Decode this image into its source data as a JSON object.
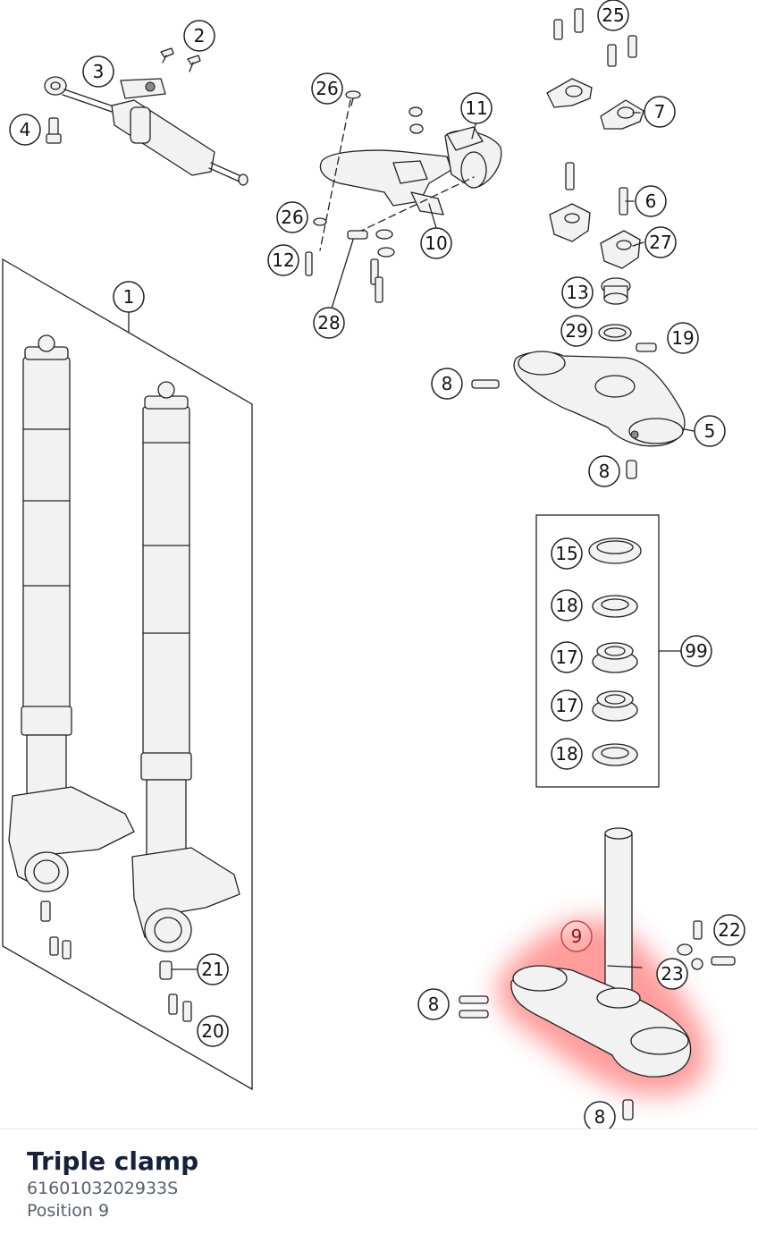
{
  "callouts": {
    "c1": "1",
    "c2": "2",
    "c3": "3",
    "c4": "4",
    "c5": "5",
    "c6": "6",
    "c7": "7",
    "c8a": "8",
    "c8b": "8",
    "c8c": "8",
    "c8d": "8",
    "c9": "9",
    "c10": "10",
    "c11": "11",
    "c12": "12",
    "c13": "13",
    "c15": "15",
    "c17a": "17",
    "c17b": "17",
    "c18a": "18",
    "c18b": "18",
    "c19": "19",
    "c20": "20",
    "c21": "21",
    "c22": "22",
    "c23": "23",
    "c25": "25",
    "c26a": "26",
    "c26b": "26",
    "c27": "27",
    "c28": "28",
    "c29": "29",
    "c99": "99"
  },
  "highlight": {
    "position": "9",
    "color": "#ff4d4d"
  },
  "selected_part": {
    "title": "Triple clamp",
    "part_number": "6160103202933S",
    "position": "Position 9"
  }
}
